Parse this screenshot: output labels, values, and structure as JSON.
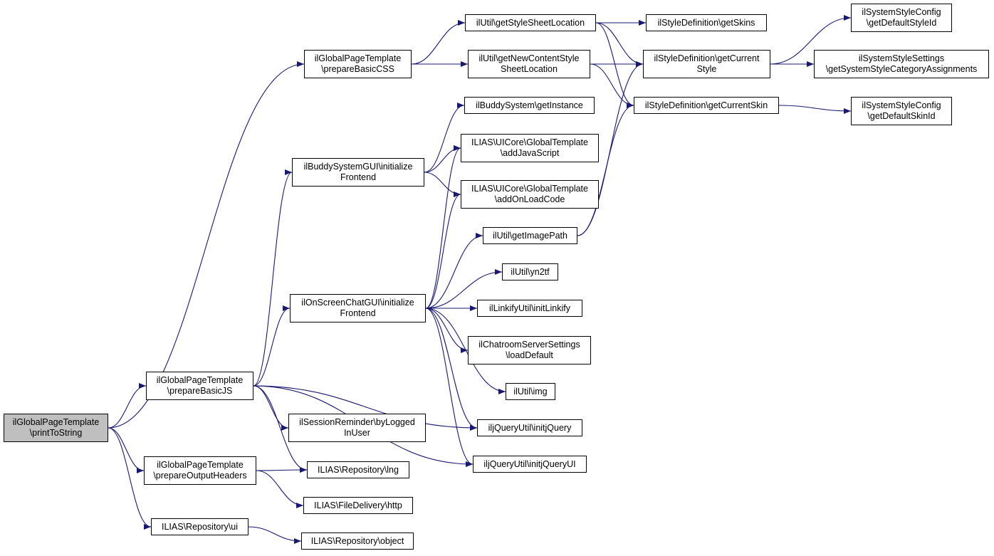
{
  "colors": {
    "edge": "#191970",
    "root_fill": "#bfbfbf",
    "node_fill": "#ffffff",
    "node_border": "#000000"
  },
  "nodes": [
    {
      "id": "printToString",
      "lines": [
        "ilGlobalPageTemplate",
        "\\printToString"
      ],
      "root": true
    },
    {
      "id": "prepareBasicCSS",
      "lines": [
        "ilGlobalPageTemplate",
        "\\prepareBasicCSS"
      ]
    },
    {
      "id": "prepareBasicJS",
      "lines": [
        "ilGlobalPageTemplate",
        "\\prepareBasicJS"
      ]
    },
    {
      "id": "prepareOutputHeaders",
      "lines": [
        "ilGlobalPageTemplate",
        "\\prepareOutputHeaders"
      ]
    },
    {
      "id": "repoUi",
      "lines": [
        "ILIAS\\Repository\\ui"
      ]
    },
    {
      "id": "getStyleSheetLocation",
      "lines": [
        "ilUtil\\getStyleSheetLocation"
      ]
    },
    {
      "id": "getNewContentStyleSheetLocation",
      "lines": [
        "ilUtil\\getNewContentStyle",
        "SheetLocation"
      ]
    },
    {
      "id": "getSkins",
      "lines": [
        "ilStyleDefinition\\getSkins"
      ]
    },
    {
      "id": "getCurrentStyle",
      "lines": [
        "ilStyleDefinition\\getCurrent",
        "Style"
      ]
    },
    {
      "id": "getCurrentSkin",
      "lines": [
        "ilStyleDefinition\\getCurrentSkin"
      ]
    },
    {
      "id": "getDefaultStyleId",
      "lines": [
        "ilSystemStyleConfig",
        "\\getDefaultStyleId"
      ]
    },
    {
      "id": "getSystemStyleCategoryAssignments",
      "lines": [
        "ilSystemStyleSettings",
        "\\getSystemStyleCategoryAssignments"
      ]
    },
    {
      "id": "getDefaultSkinId",
      "lines": [
        "ilSystemStyleConfig",
        "\\getDefaultSkinId"
      ]
    },
    {
      "id": "buddyInitFrontend",
      "lines": [
        "ilBuddySystemGUI\\initialize",
        "Frontend"
      ]
    },
    {
      "id": "buddyGetInstance",
      "lines": [
        "ilBuddySystem\\getInstance"
      ]
    },
    {
      "id": "addJavaScript",
      "lines": [
        "ILIAS\\UICore\\GlobalTemplate",
        "\\addJavaScript"
      ]
    },
    {
      "id": "addOnLoadCode",
      "lines": [
        "ILIAS\\UICore\\GlobalTemplate",
        "\\addOnLoadCode"
      ]
    },
    {
      "id": "getImagePath",
      "lines": [
        "ilUtil\\getImagePath"
      ]
    },
    {
      "id": "osChatInitFrontend",
      "lines": [
        "ilOnScreenChatGUI\\initialize",
        "Frontend"
      ]
    },
    {
      "id": "yn2tf",
      "lines": [
        "ilUtil\\yn2tf"
      ]
    },
    {
      "id": "initLinkify",
      "lines": [
        "ilLinkifyUtil\\initLinkify"
      ]
    },
    {
      "id": "loadDefault",
      "lines": [
        "ilChatroomServerSettings",
        "\\loadDefault"
      ]
    },
    {
      "id": "img",
      "lines": [
        "ilUtil\\img"
      ]
    },
    {
      "id": "initjQuery",
      "lines": [
        "iljQueryUtil\\initjQuery"
      ]
    },
    {
      "id": "initjQueryUI",
      "lines": [
        "iljQueryUtil\\initjQueryUI"
      ]
    },
    {
      "id": "byLoggedInUser",
      "lines": [
        "ilSessionReminder\\byLogged",
        "InUser"
      ]
    },
    {
      "id": "repoLng",
      "lines": [
        "ILIAS\\Repository\\lng"
      ]
    },
    {
      "id": "fileDeliveryHttp",
      "lines": [
        "ILIAS\\FileDelivery\\http"
      ]
    },
    {
      "id": "repoObject",
      "lines": [
        "ILIAS\\Repository\\object"
      ]
    }
  ],
  "edges": [
    [
      "printToString",
      "prepareBasicCSS"
    ],
    [
      "printToString",
      "prepareBasicJS"
    ],
    [
      "printToString",
      "prepareOutputHeaders"
    ],
    [
      "printToString",
      "repoUi"
    ],
    [
      "prepareBasicCSS",
      "getStyleSheetLocation"
    ],
    [
      "prepareBasicCSS",
      "getNewContentStyleSheetLocation"
    ],
    [
      "getStyleSheetLocation",
      "getSkins"
    ],
    [
      "getStyleSheetLocation",
      "getCurrentStyle"
    ],
    [
      "getStyleSheetLocation",
      "getCurrentSkin"
    ],
    [
      "getNewContentStyleSheetLocation",
      "getCurrentStyle"
    ],
    [
      "getNewContentStyleSheetLocation",
      "getCurrentSkin"
    ],
    [
      "getCurrentStyle",
      "getDefaultStyleId"
    ],
    [
      "getCurrentStyle",
      "getSystemStyleCategoryAssignments"
    ],
    [
      "getCurrentSkin",
      "getDefaultSkinId"
    ],
    [
      "prepareBasicJS",
      "buddyInitFrontend"
    ],
    [
      "prepareBasicJS",
      "osChatInitFrontend"
    ],
    [
      "prepareBasicJS",
      "initjQuery"
    ],
    [
      "prepareBasicJS",
      "initjQueryUI"
    ],
    [
      "prepareBasicJS",
      "byLoggedInUser"
    ],
    [
      "prepareBasicJS",
      "repoLng"
    ],
    [
      "buddyInitFrontend",
      "buddyGetInstance"
    ],
    [
      "buddyInitFrontend",
      "addJavaScript"
    ],
    [
      "buddyInitFrontend",
      "addOnLoadCode"
    ],
    [
      "osChatInitFrontend",
      "addJavaScript"
    ],
    [
      "osChatInitFrontend",
      "addOnLoadCode"
    ],
    [
      "osChatInitFrontend",
      "getImagePath"
    ],
    [
      "osChatInitFrontend",
      "yn2tf"
    ],
    [
      "osChatInitFrontend",
      "initLinkify"
    ],
    [
      "osChatInitFrontend",
      "loadDefault"
    ],
    [
      "osChatInitFrontend",
      "img"
    ],
    [
      "osChatInitFrontend",
      "initjQuery"
    ],
    [
      "osChatInitFrontend",
      "initjQueryUI"
    ],
    [
      "getImagePath",
      "getCurrentStyle"
    ],
    [
      "getImagePath",
      "getCurrentSkin"
    ],
    [
      "prepareOutputHeaders",
      "repoLng"
    ],
    [
      "prepareOutputHeaders",
      "fileDeliveryHttp"
    ],
    [
      "repoUi",
      "repoObject"
    ]
  ]
}
